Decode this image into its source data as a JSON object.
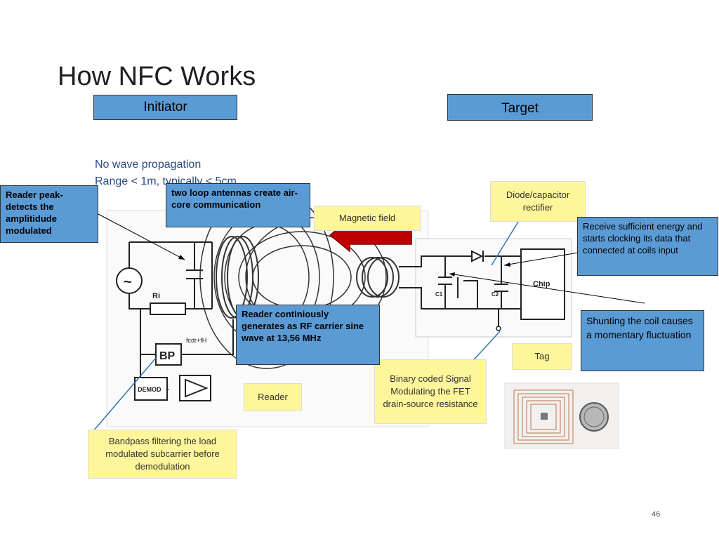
{
  "slide": {
    "title": "How NFC Works",
    "page_number": "46"
  },
  "headers": {
    "initiator": "Initiator",
    "target": "Target"
  },
  "handwritten": {
    "line1": "No wave propagation",
    "line2": "Range < 1m, typically < 5cm"
  },
  "callouts": {
    "reader_peak": "Reader peak-detects the amplitidude modulated",
    "loop_antennas": "two loop antennas create air-core communication",
    "reader_carrier": "Reader continiously generates as RF carrier sine wave at 13,56 MHz",
    "receive_energy": "Receive  sufficient energy and starts clocking its data that connected at coils input",
    "shunting": "Shunting the coil causes a momentary fluctuation"
  },
  "labels": {
    "magnetic_field": "Magnetic field",
    "diode_rectifier": "Diode/capacitor rectifier",
    "reader": "Reader",
    "tag": "Tag",
    "binary_signal": "Binary coded Signal Modulating the FET drain-source resistance",
    "bandpass": "Bandpass filtering the load modulated subcarrier before demodulation"
  },
  "circuit": {
    "ri": "Ri",
    "freq": "fcdr+fH",
    "bp": "BP",
    "demod": "DEMOD",
    "c1": "C1",
    "c2": "C2",
    "chip": "Chip",
    "source_symbol": "~"
  },
  "colors": {
    "callout_blue": "#5b9bd5",
    "label_yellow": "#fff59a",
    "arrow_red": "#c00000"
  }
}
